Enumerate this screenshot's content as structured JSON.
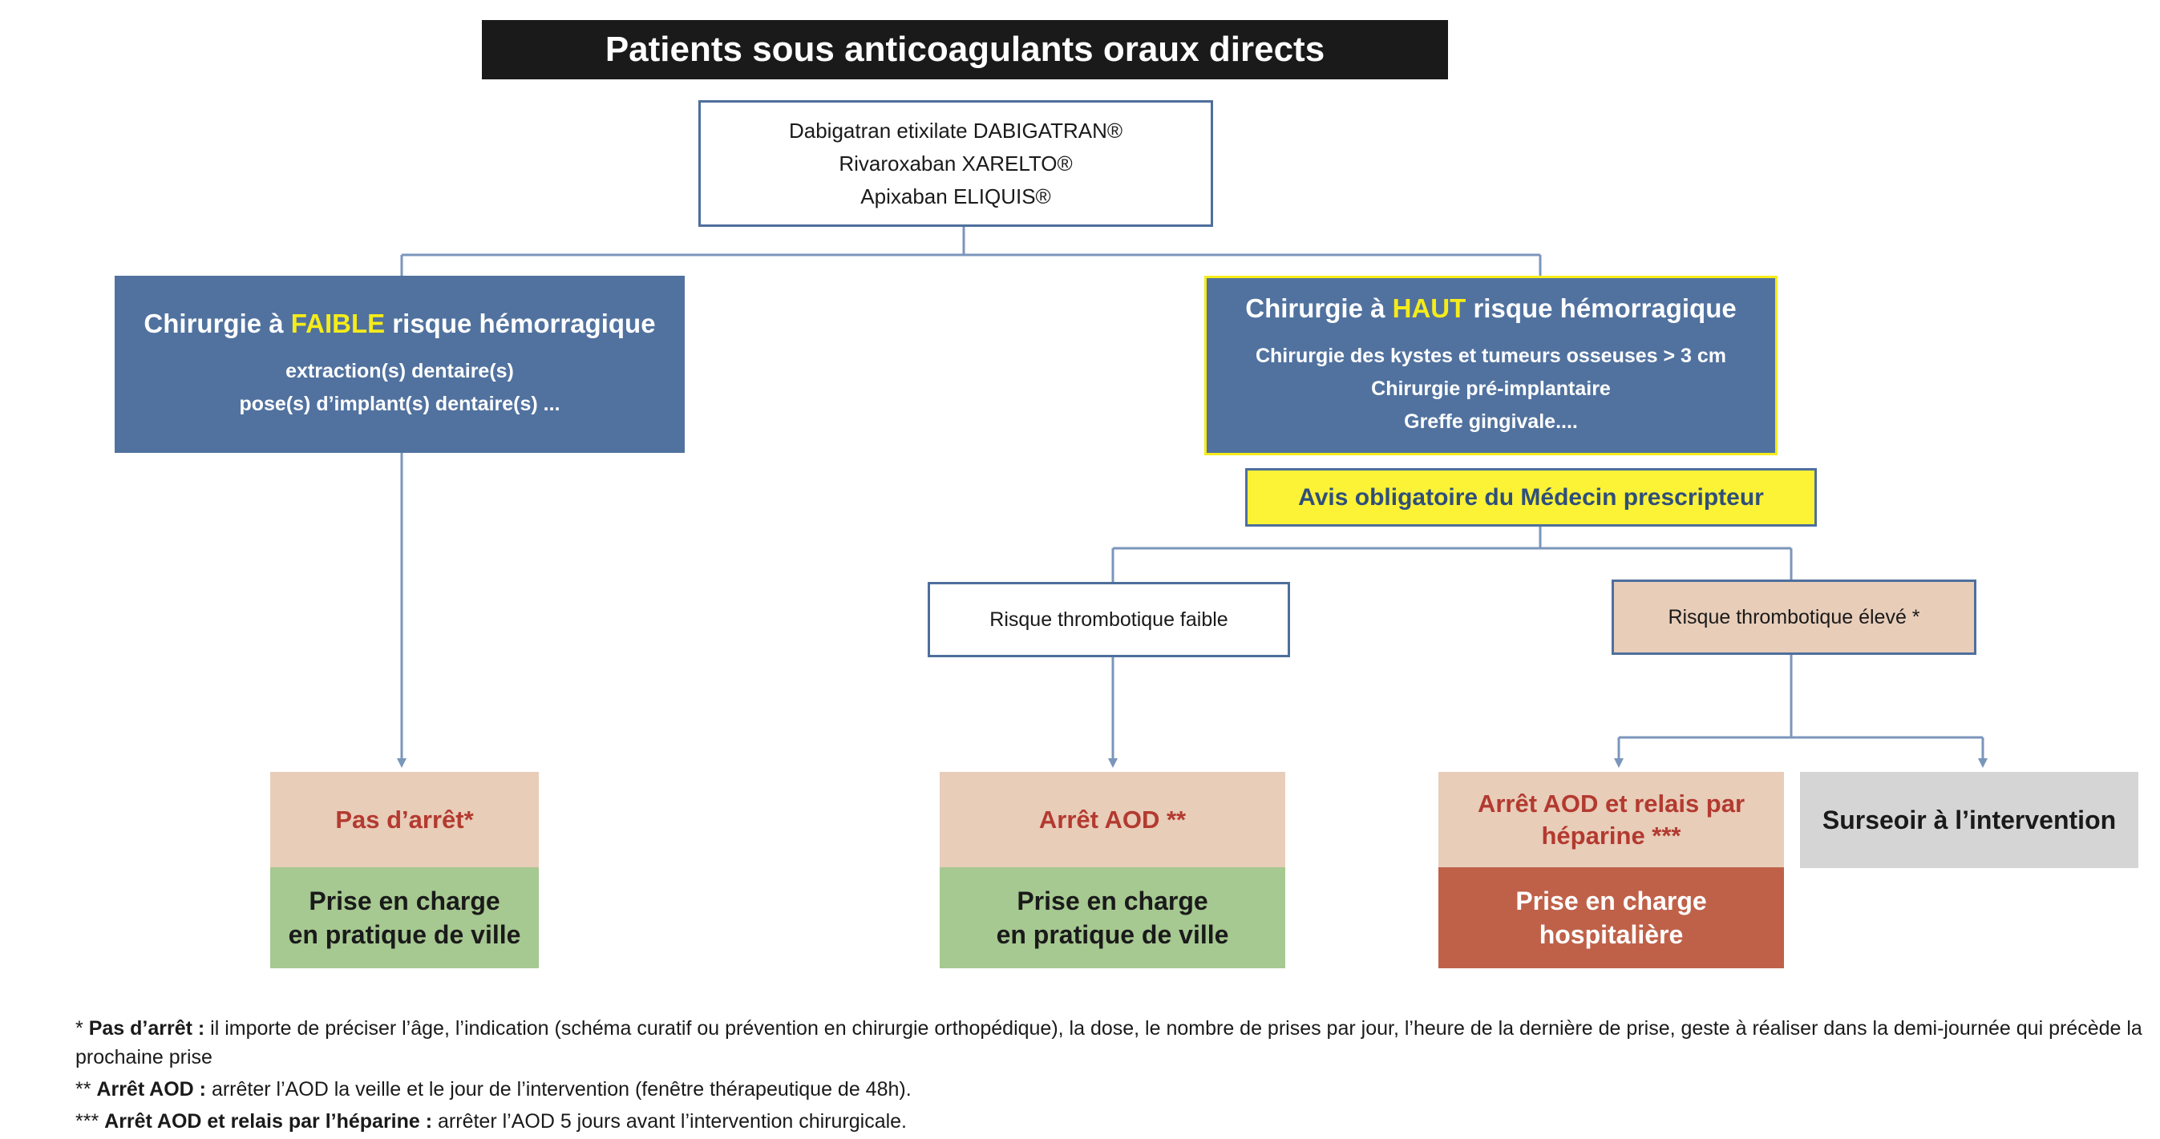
{
  "title": "Patients sous anticoagulants oraux directs",
  "drugs": [
    "Dabigatran etixilate DABIGATRAN®",
    "Rivaroxaban XARELTO®",
    "Apixaban ELIQUIS®"
  ],
  "low_risk": {
    "title_before": "Chirurgie à ",
    "title_highlight": "FAIBLE",
    "title_after": " risque hémorragique",
    "items": [
      "extraction(s) dentaire(s)",
      "pose(s) d’implant(s) dentaire(s) ..."
    ]
  },
  "high_risk": {
    "title_before": "Chirurgie à ",
    "title_highlight": "HAUT",
    "title_after": " risque hémorragique",
    "items": [
      "Chirurgie des kystes et tumeurs osseuses > 3 cm",
      "Chirurgie pré-implantaire",
      "Greffe gingivale...."
    ]
  },
  "avis": "Avis obligatoire du Médecin prescripteur",
  "thrombo_low": "Risque thrombotique faible",
  "thrombo_high": "Risque thrombotique élevé *",
  "outcomes": {
    "o1": {
      "top": "Pas d’arrêt*",
      "bottom_l1": "Prise en charge",
      "bottom_l2": "en pratique de ville"
    },
    "o2": {
      "top": "Arrêt AOD **",
      "bottom_l1": "Prise en charge",
      "bottom_l2": "en pratique de ville"
    },
    "o3": {
      "top_l1": "Arrêt AOD et relais par",
      "top_l2": "héparine ***",
      "bottom_l1": "Prise en charge",
      "bottom_l2": "hospitalière"
    },
    "o4": "Surseoir à l’intervention"
  },
  "notes": [
    {
      "prefix": "* ",
      "bold": "Pas d’arrêt :",
      "text": " il importe de préciser  l’âge, l’indication (schéma curatif ou prévention en chirurgie orthopédique), la dose, le nombre de prises par jour, l’heure de la  dernière de prise, geste à réaliser dans la demi-journée qui précède la prochaine prise"
    },
    {
      "prefix": "** ",
      "bold": "Arrêt AOD :",
      "text": " arrêter l’AOD la veille et le jour de l’intervention (fenêtre thérapeutique de 48h)."
    },
    {
      "prefix": "*** ",
      "bold": "Arrêt AOD et relais par l’héparine :",
      "text": " arrêter l’AOD 5 jours avant l’intervention chirurgicale."
    }
  ],
  "colors": {
    "line": "#7b96bb",
    "blue_box": "#51729f",
    "yellow": "#f5ec1a",
    "peach": "#e8cdb9",
    "green": "#a6c891",
    "red": "#bf6149",
    "grey": "#d5d5d5"
  }
}
